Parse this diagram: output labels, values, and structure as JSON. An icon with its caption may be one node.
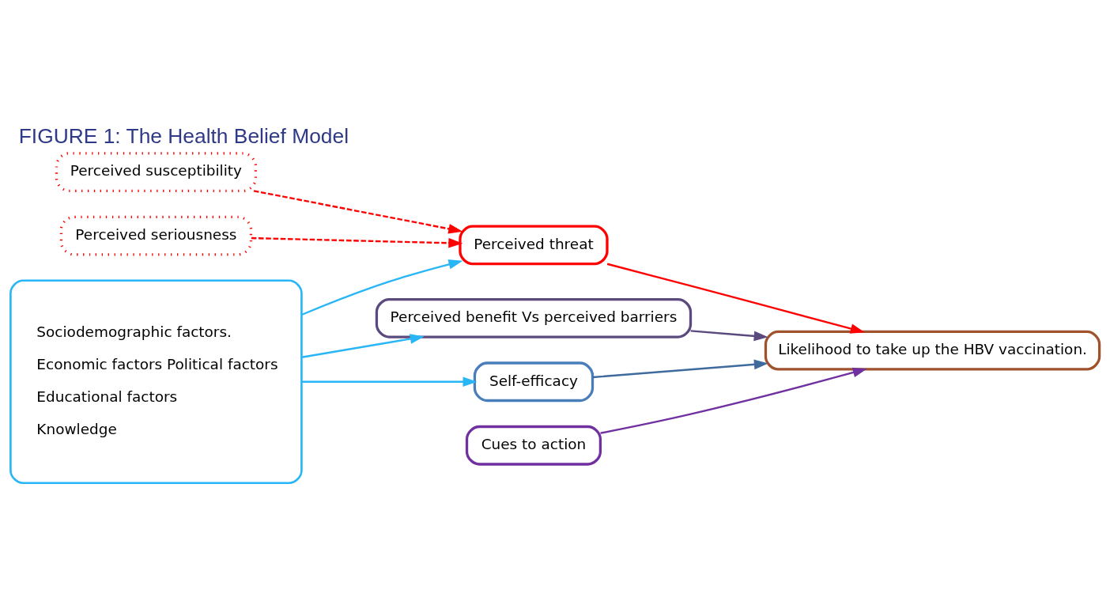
{
  "diagram": {
    "title": "FIGURE 1: The Health Belief Model",
    "nodes": [
      {
        "text": [
          "Sociodemographic factors.",
          "Economic factors Political factors",
          "Educational factors",
          "Knowledge"
        ]
      },
      {
        "text": [
          "Perceived susceptibility"
        ]
      },
      {
        "text": [
          "Perceived seriousness"
        ]
      },
      {
        "text": [
          "Perceived threat"
        ]
      },
      {
        "text": [
          "Perceived benefit Vs perceived barriers"
        ]
      },
      {
        "text": [
          "Self-efficacy"
        ]
      },
      {
        "text": [
          "Cues to action"
        ]
      },
      {
        "text": [
          "Likelihood to take up the HBV vaccination."
        ]
      }
    ],
    "edges": [
      {
        "from": 0,
        "to": 3,
        "arrow": "to",
        "color": "#29b6f6"
      },
      {
        "from": 0,
        "to": 4,
        "arrow": "to",
        "color": "#29b6f6"
      },
      {
        "from": 0,
        "to": 5,
        "arrow": "to",
        "color": "#29b6f6"
      },
      {
        "from": 1,
        "to": 3,
        "arrow": "to",
        "style": "dashed",
        "color": "#ff0000"
      },
      {
        "from": 2,
        "to": 3,
        "arrow": "to",
        "style": "dashed",
        "color": "#ff0000"
      },
      {
        "from": 3,
        "to": 7,
        "arrow": "to",
        "color": "#ff0000"
      },
      {
        "from": 4,
        "to": 7,
        "arrow": "to",
        "color": "#5b4a7e"
      },
      {
        "from": 5,
        "to": 7,
        "arrow": "to",
        "color": "#3e6a9e"
      },
      {
        "from": 6,
        "to": 7,
        "arrow": "to",
        "color": "#7030a0"
      }
    ]
  }
}
